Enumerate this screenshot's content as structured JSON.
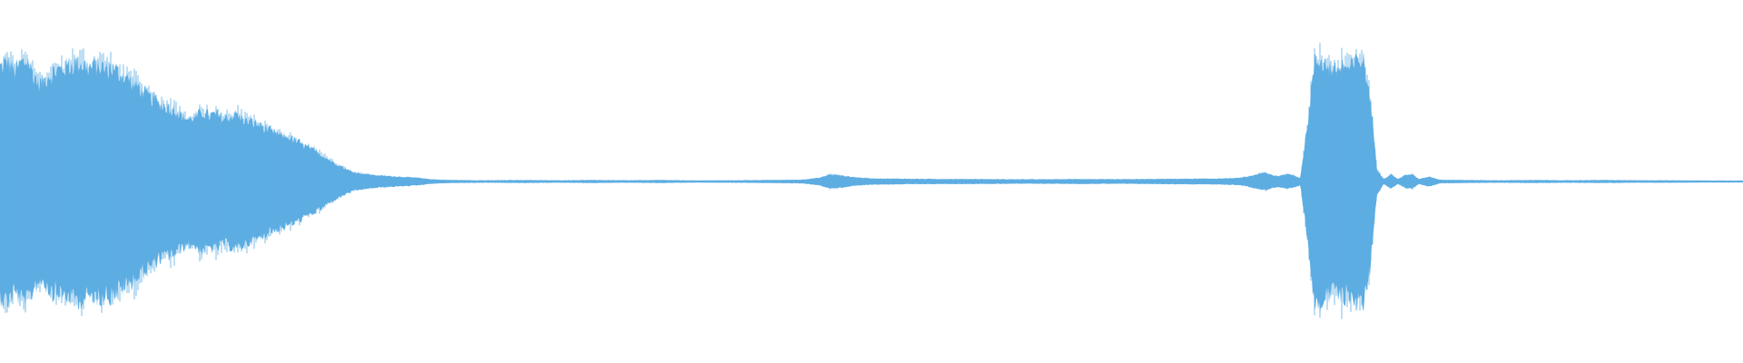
{
  "waveform": {
    "color": "#5dade2",
    "background": "#ffffff",
    "amplitude_envelope": [
      [
        0.0,
        0.92
      ],
      [
        0.004,
        0.96
      ],
      [
        0.008,
        0.88
      ],
      [
        0.012,
        0.95
      ],
      [
        0.016,
        0.97
      ],
      [
        0.02,
        0.84
      ],
      [
        0.024,
        0.78
      ],
      [
        0.028,
        0.86
      ],
      [
        0.032,
        0.89
      ],
      [
        0.036,
        0.91
      ],
      [
        0.04,
        0.93
      ],
      [
        0.044,
        0.95
      ],
      [
        0.048,
        0.94
      ],
      [
        0.052,
        0.92
      ],
      [
        0.056,
        0.93
      ],
      [
        0.06,
        0.91
      ],
      [
        0.064,
        0.92
      ],
      [
        0.068,
        0.87
      ],
      [
        0.072,
        0.84
      ],
      [
        0.076,
        0.8
      ],
      [
        0.08,
        0.76
      ],
      [
        0.084,
        0.7
      ],
      [
        0.088,
        0.66
      ],
      [
        0.092,
        0.62
      ],
      [
        0.096,
        0.6
      ],
      [
        0.1,
        0.58
      ],
      [
        0.104,
        0.54
      ],
      [
        0.108,
        0.5
      ],
      [
        0.112,
        0.52
      ],
      [
        0.116,
        0.56
      ],
      [
        0.12,
        0.53
      ],
      [
        0.124,
        0.54
      ],
      [
        0.128,
        0.5
      ],
      [
        0.132,
        0.52
      ],
      [
        0.136,
        0.54
      ],
      [
        0.14,
        0.5
      ],
      [
        0.144,
        0.48
      ],
      [
        0.148,
        0.46
      ],
      [
        0.152,
        0.43
      ],
      [
        0.156,
        0.4
      ],
      [
        0.16,
        0.38
      ],
      [
        0.164,
        0.36
      ],
      [
        0.168,
        0.34
      ],
      [
        0.172,
        0.31
      ],
      [
        0.176,
        0.28
      ],
      [
        0.18,
        0.25
      ],
      [
        0.184,
        0.22
      ],
      [
        0.188,
        0.18
      ],
      [
        0.192,
        0.15
      ],
      [
        0.196,
        0.12
      ],
      [
        0.2,
        0.09
      ],
      [
        0.204,
        0.07
      ],
      [
        0.21,
        0.06
      ],
      [
        0.216,
        0.05
      ],
      [
        0.222,
        0.045
      ],
      [
        0.228,
        0.04
      ],
      [
        0.234,
        0.035
      ],
      [
        0.24,
        0.03
      ],
      [
        0.246,
        0.02
      ],
      [
        0.252,
        0.015
      ],
      [
        0.26,
        0.012
      ],
      [
        0.28,
        0.01
      ],
      [
        0.3,
        0.012
      ],
      [
        0.32,
        0.01
      ],
      [
        0.34,
        0.012
      ],
      [
        0.36,
        0.01
      ],
      [
        0.38,
        0.012
      ],
      [
        0.4,
        0.009
      ],
      [
        0.42,
        0.01
      ],
      [
        0.44,
        0.012
      ],
      [
        0.46,
        0.015
      ],
      [
        0.47,
        0.03
      ],
      [
        0.476,
        0.055
      ],
      [
        0.482,
        0.05
      ],
      [
        0.49,
        0.035
      ],
      [
        0.5,
        0.025
      ],
      [
        0.52,
        0.022
      ],
      [
        0.54,
        0.02
      ],
      [
        0.56,
        0.02
      ],
      [
        0.58,
        0.018
      ],
      [
        0.6,
        0.018
      ],
      [
        0.62,
        0.02
      ],
      [
        0.64,
        0.018
      ],
      [
        0.66,
        0.02
      ],
      [
        0.68,
        0.022
      ],
      [
        0.7,
        0.024
      ],
      [
        0.71,
        0.028
      ],
      [
        0.716,
        0.04
      ],
      [
        0.722,
        0.06
      ],
      [
        0.726,
        0.07
      ],
      [
        0.73,
        0.05
      ],
      [
        0.734,
        0.045
      ],
      [
        0.738,
        0.06
      ],
      [
        0.742,
        0.05
      ],
      [
        0.746,
        0.03
      ],
      [
        0.75,
        0.45
      ],
      [
        0.754,
        0.95
      ],
      [
        0.758,
        0.98
      ],
      [
        0.762,
        0.92
      ],
      [
        0.766,
        0.88
      ],
      [
        0.77,
        0.94
      ],
      [
        0.774,
        0.9
      ],
      [
        0.778,
        0.96
      ],
      [
        0.782,
        0.99
      ],
      [
        0.786,
        0.7
      ],
      [
        0.79,
        0.1
      ],
      [
        0.794,
        0.02
      ],
      [
        0.798,
        0.06
      ],
      [
        0.802,
        0.02
      ],
      [
        0.806,
        0.05
      ],
      [
        0.81,
        0.06
      ],
      [
        0.814,
        0.02
      ],
      [
        0.82,
        0.04
      ],
      [
        0.826,
        0.015
      ],
      [
        0.84,
        0.012
      ],
      [
        0.86,
        0.01
      ],
      [
        0.88,
        0.012
      ],
      [
        0.9,
        0.01
      ],
      [
        0.92,
        0.012
      ],
      [
        0.94,
        0.01
      ],
      [
        0.96,
        0.01
      ],
      [
        0.98,
        0.008
      ],
      [
        1.0,
        0.008
      ]
    ]
  }
}
